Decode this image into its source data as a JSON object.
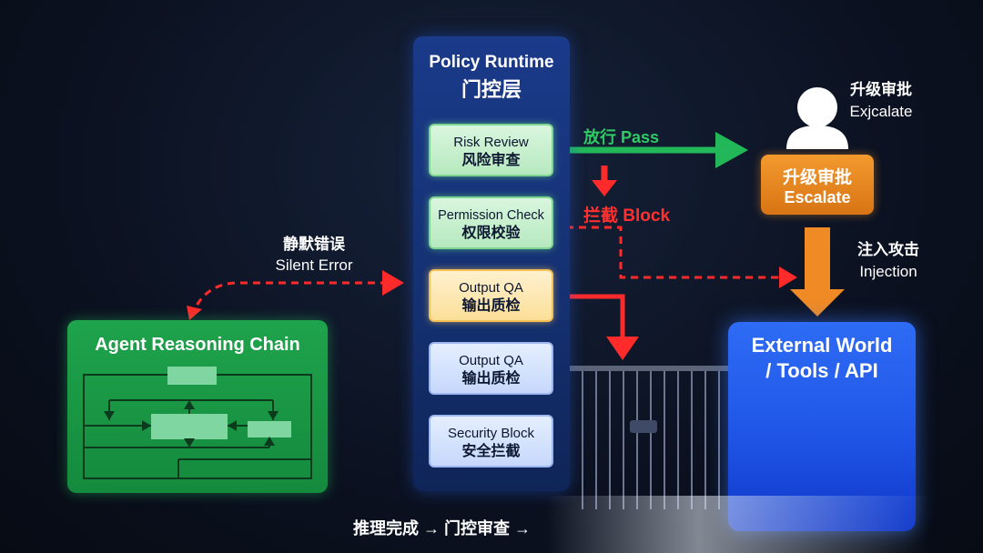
{
  "panel": {
    "title": "Policy Runtime",
    "subtitle": "门控层"
  },
  "cards": [
    {
      "en": "Risk Review",
      "zh": "风险审查"
    },
    {
      "en": "Permission Check",
      "zh": "权限校验"
    },
    {
      "en": "Output QA",
      "zh": "输出质检"
    },
    {
      "en": "Output QA",
      "zh": "输出质检"
    },
    {
      "en": "Security Block",
      "zh": "安全拦截"
    }
  ],
  "agent": {
    "title": "Agent Reasoning Chain"
  },
  "silent_error": {
    "zh": "静默错误",
    "en": "Silent Error"
  },
  "pass": {
    "label": "放行 Pass"
  },
  "block": {
    "label": "拦截 Block"
  },
  "escalate_person": {
    "zh": "升级审批",
    "en": "Exjcalate"
  },
  "escalate_box": {
    "zh": "升级审批",
    "en": "Escalate"
  },
  "injection": {
    "zh": "注入攻击",
    "en": "Injection"
  },
  "world": {
    "line1": "External World",
    "line2": "/ Tools / API"
  },
  "footer": {
    "caption": "推理完成 → 门控审查 →"
  },
  "colors": {
    "pass": "#22b85a",
    "block": "#ff2a2a",
    "escalate": "#f08a24",
    "world": "#2461f0"
  }
}
